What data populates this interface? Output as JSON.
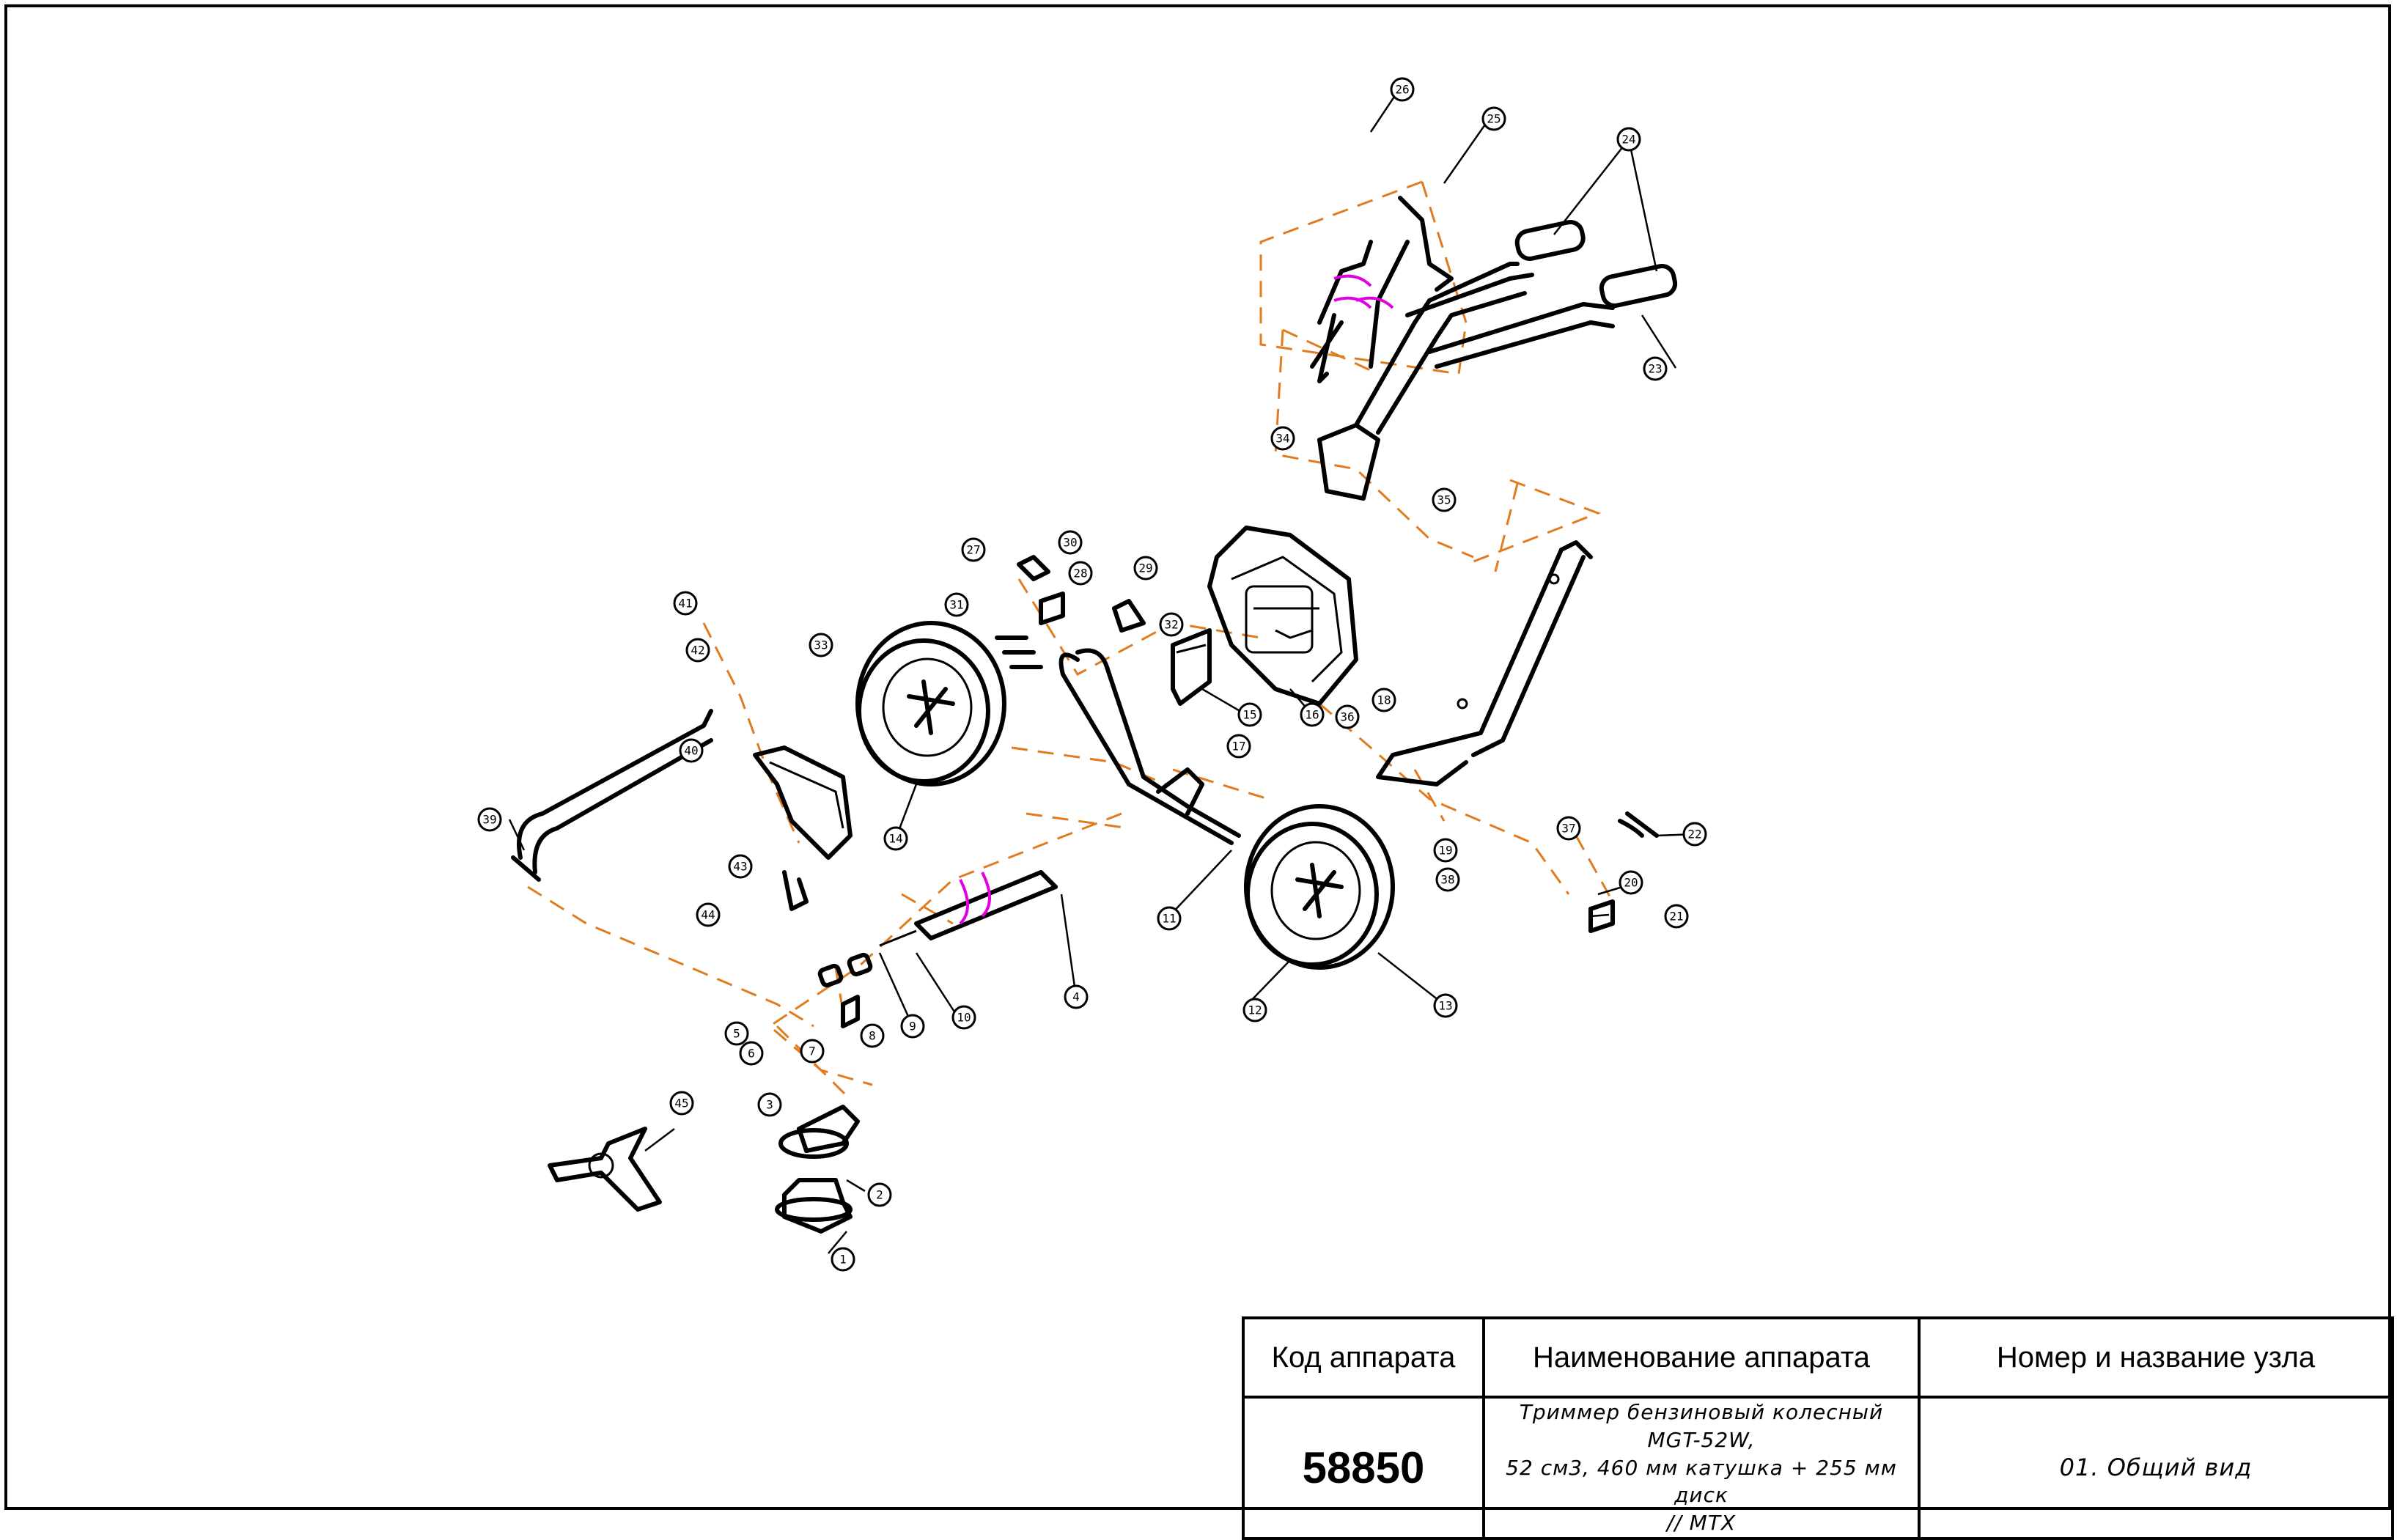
{
  "title_block": {
    "headers": {
      "code": "Код аппарата",
      "name": "Наименование аппарата",
      "node": "Номер и название узла"
    },
    "code": "58850",
    "name_lines": [
      "Триммер бензиновый колесный MGT-52W,",
      "52 см3, 460 мм катушка + 255 мм диск",
      "// MTX"
    ],
    "node": "01. Общий вид"
  },
  "callouts": [
    "1",
    "2",
    "3",
    "4",
    "5",
    "6",
    "7",
    "8",
    "9",
    "10",
    "11",
    "12",
    "13",
    "14",
    "15",
    "16",
    "17",
    "18",
    "19",
    "20",
    "21",
    "22",
    "23",
    "24",
    "25",
    "26",
    "27",
    "28",
    "29",
    "30",
    "31",
    "32",
    "33",
    "34",
    "35",
    "36",
    "37",
    "38",
    "39",
    "40",
    "41",
    "42",
    "43",
    "44",
    "45"
  ],
  "colors": {
    "assembly_lines": "#e07b1f",
    "break_marks": "#e000e0",
    "lines": "#000000"
  }
}
